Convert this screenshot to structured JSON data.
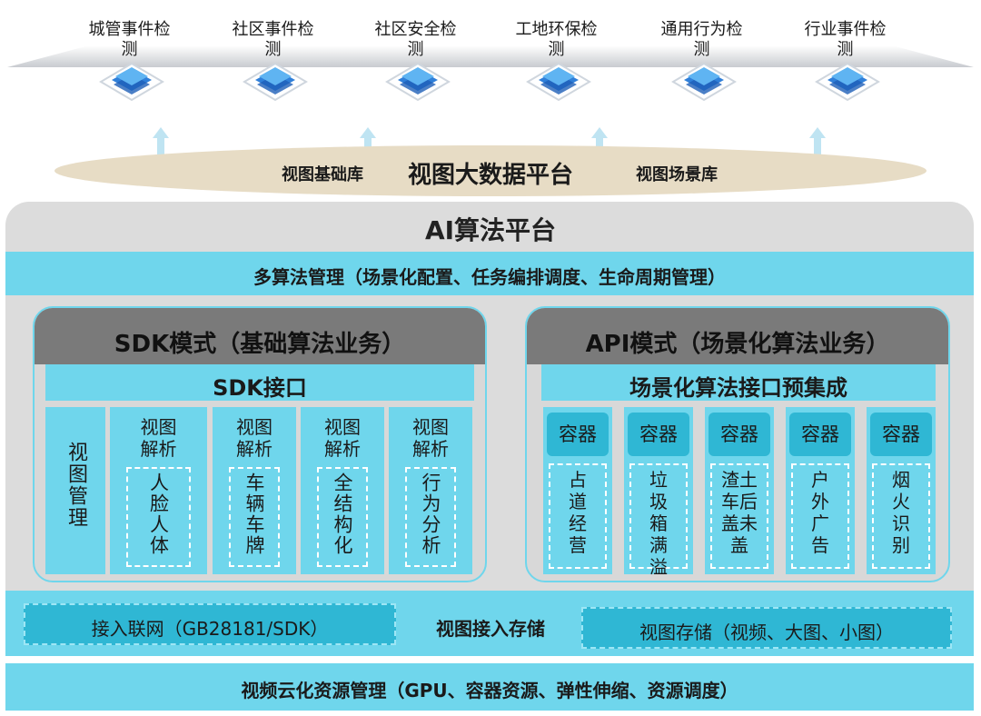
{
  "top_items": [
    "城管事件检测",
    "社区事件检测",
    "社区安全检测",
    "工地环保检测",
    "通用行为检测",
    "行业事件检测"
  ],
  "bigdata": {
    "title": "视图大数据平台",
    "left": "视图基础库",
    "right": "视图场景库"
  },
  "ai_title": "AI算法平台",
  "multi_algo": "多算法管理（场景化配置、任务编排调度、生命周期管理）",
  "sdk": {
    "title": "SDK模式（基础算法业务）",
    "iface": "SDK接口",
    "view_mgmt": "视图管理",
    "analysis_label": "视图解析",
    "cols": [
      "人脸人体",
      "车辆车牌",
      "全结构化",
      "行为分析"
    ]
  },
  "api": {
    "title": "API模式（场景化算法业务）",
    "iface": "场景化算法接口预集成",
    "container_label": "容器",
    "cols": [
      "占道经营",
      "垃圾箱满溢",
      "渣土车后盖未盖",
      "户外广告",
      "烟火识别"
    ]
  },
  "access": {
    "left": "接入联网（GB28181/SDK）",
    "center": "视图接入存储",
    "right": "视图存储（视频、大图、小图）"
  },
  "cloud": "视频云化资源管理（GPU、容器资源、弹性伸缩、资源调度）",
  "colors": {
    "cyan": "#6fd6ec",
    "teal": "#2fb7d4",
    "gray": "#7a7a7a",
    "panel": "#d8d8d8"
  }
}
